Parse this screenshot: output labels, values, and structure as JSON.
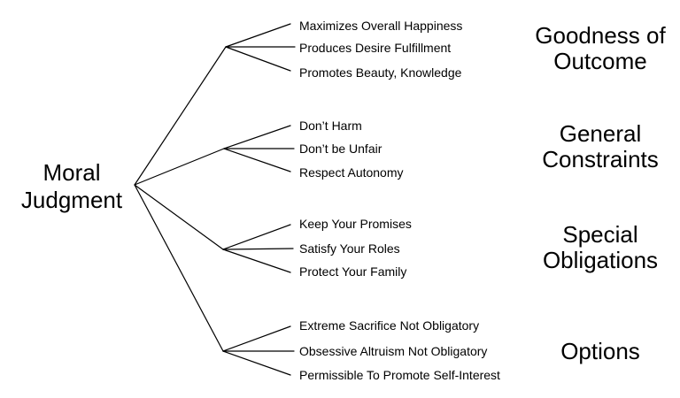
{
  "title": "Moral Judgment tree diagram",
  "root": {
    "lines": [
      "Moral",
      "Judgment"
    ]
  },
  "branches": [
    {
      "category_lines": [
        "Goodness of",
        "Outcome"
      ],
      "items": [
        "Maximizes Overall Happiness",
        "Produces Desire Fulfillment",
        "Promotes Beauty, Knowledge"
      ]
    },
    {
      "category_lines": [
        "General",
        "Constraints"
      ],
      "items": [
        "Don’t Harm",
        "Don’t be Unfair",
        "Respect Autonomy"
      ]
    },
    {
      "category_lines": [
        "Special",
        "Obligations"
      ],
      "items": [
        "Keep Your Promises",
        "Satisfy Your Roles",
        "Protect Your Family"
      ]
    },
    {
      "category_lines": [
        "Options"
      ],
      "items": [
        "Extreme Sacrifice Not Obligatory",
        "Obsessive Altruism Not Obligatory",
        "Permissible To Promote Self-Interest"
      ]
    }
  ],
  "colors": {
    "line": "#000000",
    "text": "#000000",
    "background": "#ffffff"
  }
}
